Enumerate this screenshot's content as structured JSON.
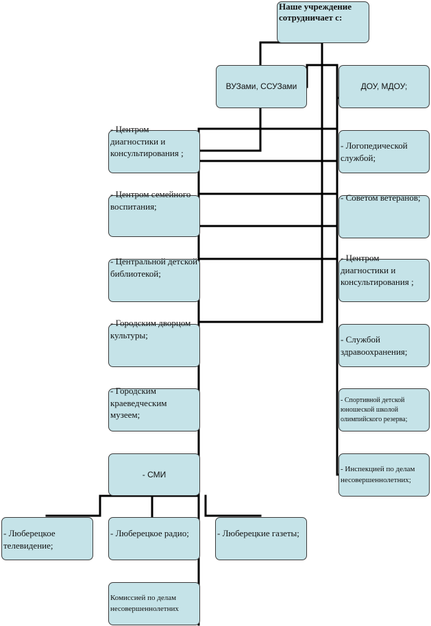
{
  "root": {
    "label": "Наше учреждение сотрудничает с:"
  },
  "branches": {
    "vuz": "ВУЗами, ССУЗами",
    "dou": "ДОУ, МДОУ;"
  },
  "left_items": [
    "- Центром диагностики и консультирования ;",
    "- Центром семейного воспитания;",
    "- Центральной детской библиотекой;",
    "- Городским дворцом культуры;",
    "- Городским краеведческим музеем;"
  ],
  "smi": {
    "label": "- СМИ",
    "children": [
      "- Люберецкое телевидение;",
      "- Люберецкое радио;",
      "- Люберецкие газеты;"
    ]
  },
  "commission": "Комиссией по делам несовершеннолетних",
  "right_items": [
    "- Логопедической службой;",
    "- Советом ветеранов;",
    "- Центром диагностики и консультирования ;",
    "- Службой здравоохранения;",
    "- Спортивной детской юношеской школой олимпийского резерва;",
    "- Инспекцией по делам несовершеннолетних;"
  ]
}
